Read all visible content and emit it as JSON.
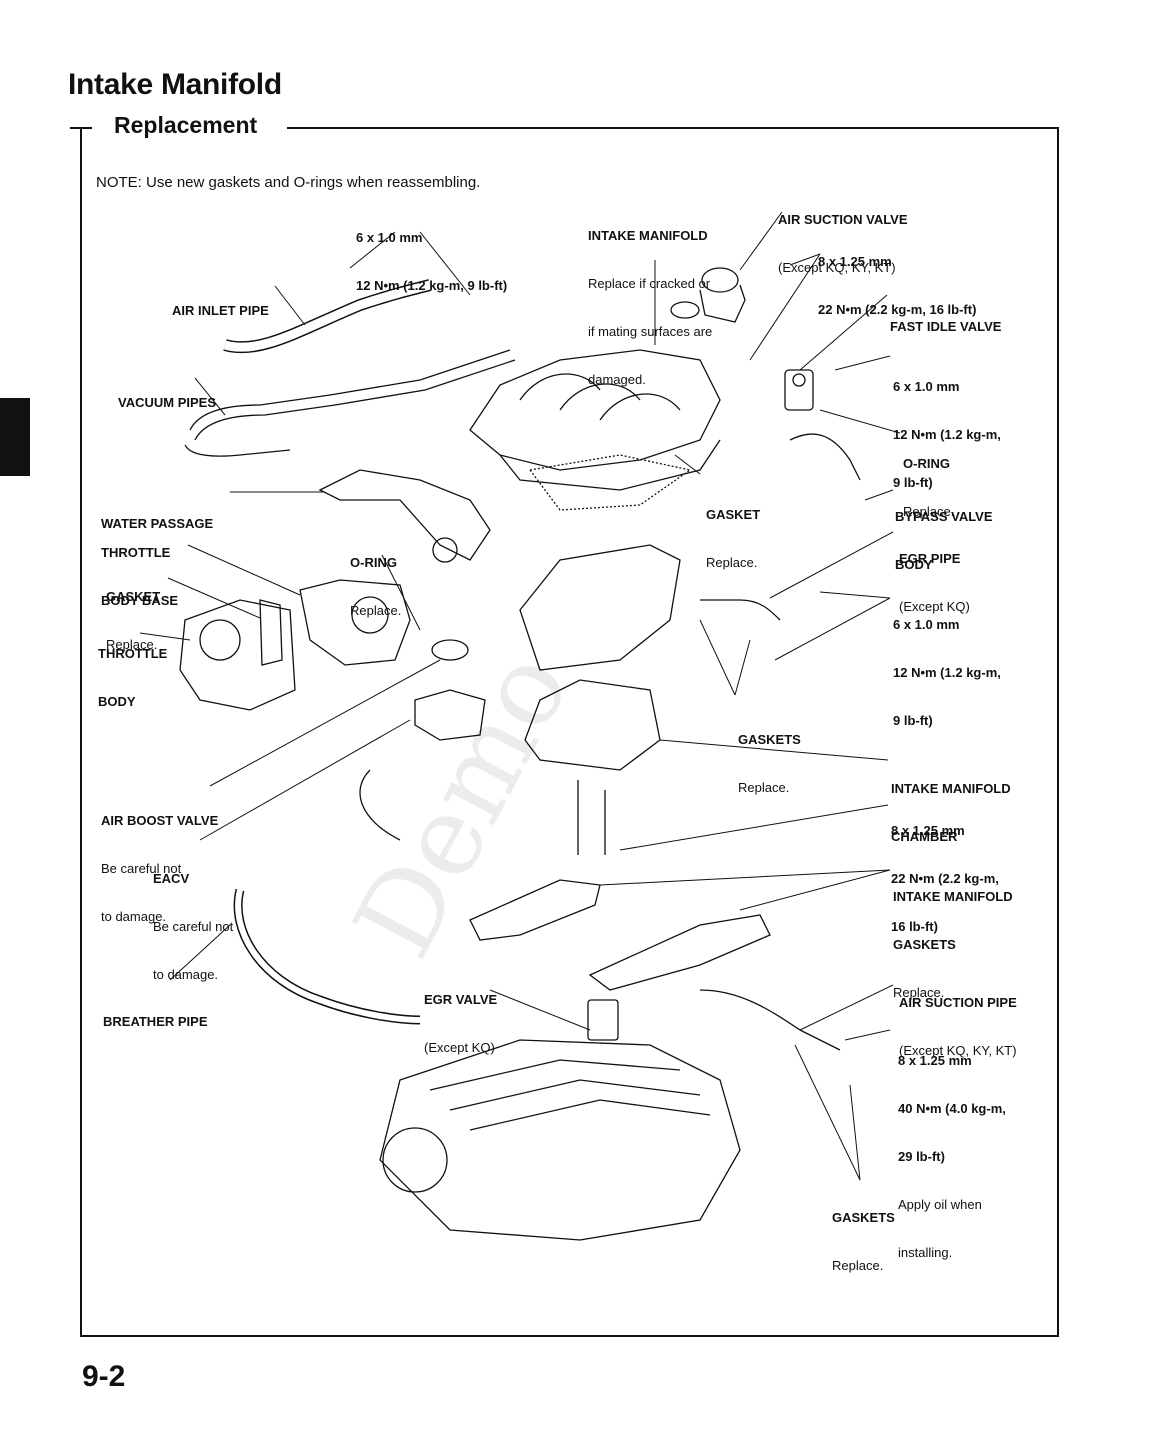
{
  "title": "Intake Manifold",
  "section": "Replacement",
  "note": "NOTE:  Use new gaskets and O-rings when reassembling.",
  "page_number": "9-2",
  "watermark": "Demo",
  "labels": {
    "bolt_6x1_top": {
      "line1": "6 x 1.0 mm",
      "line2": "12 N•m (1.2 kg-m, 9 lb-ft)"
    },
    "intake_manifold": {
      "name": "INTAKE MANIFOLD",
      "d1": "Replace if cracked or",
      "d2": "if mating surfaces are",
      "d3": "damaged."
    },
    "air_suction_valve": {
      "name": "AIR SUCTION VALVE",
      "sub": "(Except KQ, KY, KT)"
    },
    "bolt_8x125_top": {
      "line1": "8 x 1.25 mm",
      "line2": "22 N•m (2.2 kg-m, 16 lb-ft)"
    },
    "air_inlet_pipe": "AIR INLET PIPE",
    "fast_idle_valve": "FAST IDLE VALVE",
    "vacuum_pipes": "VACUUM PIPES",
    "bolt_6x1_fiv": {
      "line1": "6 x 1.0 mm",
      "line2": "12 N•m (1.2 kg-m,",
      "line3": "9 lb-ft)"
    },
    "oring_right": {
      "name": "O-RING",
      "sub": "Replace."
    },
    "water_passage": "WATER PASSAGE",
    "gasket_mid": {
      "name": "GASKET",
      "sub": "Replace."
    },
    "bypass_valve_body": {
      "l1": "BYPASS VALVE",
      "l2": "BODY"
    },
    "throttle_body_base": {
      "l1": "THROTTLE",
      "l2": "BODY BASE"
    },
    "oring_mid": {
      "name": "O-RING",
      "sub": "Replace."
    },
    "egr_pipe": {
      "name": "EGR PIPE",
      "sub": "(Except KQ)"
    },
    "gasket_left": {
      "name": "GASKET",
      "sub": "Replace."
    },
    "bolt_6x1_egr": {
      "line1": "6 x 1.0 mm",
      "line2": "12 N•m (1.2 kg-m,",
      "line3": "9 lb-ft)"
    },
    "throttle_body": {
      "l1": "THROTTLE",
      "l2": "BODY"
    },
    "gaskets_mid": {
      "name": "GASKETS",
      "sub": "Replace."
    },
    "intake_manifold_chamber": {
      "l1": "INTAKE MANIFOLD",
      "l2": "CHAMBER"
    },
    "air_boost_valve": {
      "name": "AIR BOOST VALVE",
      "d1": "Be careful not",
      "d2": "to damage."
    },
    "bolt_8x125_chamber": {
      "line1": "8 x 1.25 mm",
      "line2": "22 N•m (2.2 kg-m,",
      "line3": "16 lb-ft)"
    },
    "eacv": {
      "name": "EACV",
      "d1": "Be careful not",
      "d2": "to damage."
    },
    "intake_manifold_gaskets": {
      "l1": "INTAKE MANIFOLD",
      "l2": "GASKETS",
      "sub": "Replace."
    },
    "egr_valve": {
      "name": "EGR VALVE",
      "sub": "(Except KQ)"
    },
    "air_suction_pipe": {
      "name": "AIR SUCTION PIPE",
      "sub": "(Except KQ, KY, KT)"
    },
    "breather_pipe": "BREATHER PIPE",
    "bolt_8x125_pipe": {
      "line1": "8 x 1.25 mm",
      "line2": "40 N•m (4.0 kg-m,",
      "line3": "29 lb-ft)",
      "line4": "Apply oil when",
      "line5": "installing."
    },
    "gaskets_bottom": {
      "name": "GASKETS",
      "sub": "Replace."
    }
  }
}
